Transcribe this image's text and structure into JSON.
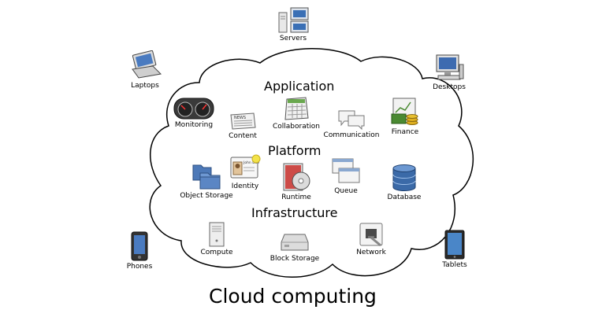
{
  "diagram": {
    "title": "Cloud computing",
    "sections": {
      "application": "Application",
      "platform": "Platform",
      "infrastructure": "Infrastructure"
    },
    "clients": {
      "servers": "Servers",
      "laptops": "Laptops",
      "desktops": "Desktops",
      "phones": "Phones",
      "tablets": "Tablets"
    },
    "application": {
      "monitoring": "Monitoring",
      "content": "Content",
      "collaboration": "Collaboration",
      "communication": "Communication",
      "finance": "Finance"
    },
    "platform": {
      "object_storage": "Object Storage",
      "identity": "Identity",
      "runtime": "Runtime",
      "queue": "Queue",
      "database": "Database"
    },
    "infrastructure": {
      "compute": "Compute",
      "block_storage": "Block Storage",
      "network": "Network"
    },
    "identity_card_text": "John Doe",
    "content_icon_text": "NEWS",
    "colors": {
      "cloud_stroke": "#000000",
      "cloud_fill": "#ffffff",
      "folder_blue": "#5b86c4",
      "database_blue": "#3b6aa8",
      "runtime_red": "#c9302c",
      "money_green": "#4a8a32",
      "coin_gold": "#e0b020"
    }
  }
}
